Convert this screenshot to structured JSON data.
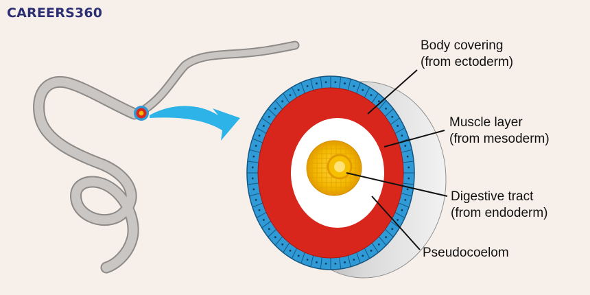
{
  "logo": {
    "brand": "CAREERS",
    "suffix": "360"
  },
  "labels": [
    {
      "line1": "Body covering",
      "line2": "(from ectoderm)"
    },
    {
      "line1": "Muscle layer",
      "line2": "(from mesoderm)"
    },
    {
      "line1": "Digestive tract",
      "line2": "(from endoderm)"
    },
    {
      "line1": "Pseudocoelom",
      "line2": ""
    }
  ],
  "colors": {
    "background": "#f7f0ea",
    "ectoderm": "#2f9ad6",
    "mesoderm": "#d8261c",
    "endoderm": "#f2b400",
    "pseudocoelom": "#ffffff",
    "worm": "#b9b6b3",
    "arrow": "#2eb3e8"
  }
}
